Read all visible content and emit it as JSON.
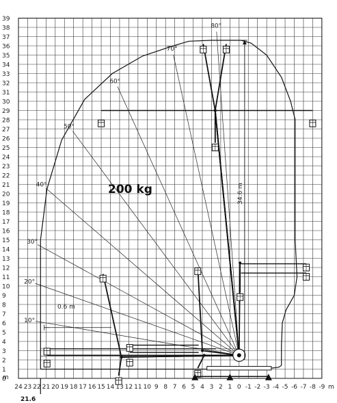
{
  "chart_data": {
    "type": "diagram",
    "title": "200 kg",
    "y_unit": "m",
    "x_unit": "m",
    "xlim": [
      24,
      -9
    ],
    "ylim": [
      0,
      39
    ],
    "y_ticks": [
      "0",
      "1",
      "2",
      "3",
      "4",
      "5",
      "6",
      "7",
      "8",
      "9",
      "10",
      "11",
      "12",
      "13",
      "14",
      "15",
      "16",
      "17",
      "18",
      "19",
      "20",
      "21",
      "22",
      "23",
      "24",
      "25",
      "26",
      "27",
      "28",
      "29",
      "30",
      "31",
      "32",
      "33",
      "34",
      "35",
      "36",
      "37",
      "38",
      "39"
    ],
    "x_ticks": [
      "24",
      "23",
      "22",
      "21",
      "20",
      "19",
      "18",
      "17",
      "16",
      "15",
      "14",
      "13",
      "12",
      "11",
      "10",
      "9",
      "8",
      "7",
      "6",
      "5",
      "4",
      "3",
      "2",
      "1",
      "0",
      "-1",
      "-2",
      "-3",
      "-4",
      "-5",
      "-6",
      "-7",
      "-8",
      "-9"
    ],
    "max_outreach_label": "21.6",
    "max_outreach": 21.6,
    "max_height_label": "34.6 m",
    "max_height": 34.6,
    "jib_offset_label": "0.6 m",
    "jib_offset": 0.6,
    "pivot": {
      "x": 0,
      "y": 2.5
    },
    "angles": [
      {
        "label": "10°",
        "deg": 10,
        "label_x": 22.8,
        "label_y": 6.3
      },
      {
        "label": "20°",
        "deg": 20,
        "label_x": 22.8,
        "label_y": 10.5
      },
      {
        "label": "30°",
        "deg": 30,
        "label_x": 22.5,
        "label_y": 14.8
      },
      {
        "label": "40°",
        "deg": 40,
        "label_x": 21.5,
        "label_y": 21.0
      },
      {
        "label": "50°",
        "deg": 50,
        "label_x": 18.5,
        "label_y": 27.3
      },
      {
        "label": "60°",
        "deg": 60,
        "label_x": 13.5,
        "label_y": 32.2
      },
      {
        "label": "70°",
        "deg": 70,
        "label_x": 7.3,
        "label_y": 35.7
      },
      {
        "label": "80°",
        "deg": 80,
        "label_x": 2.5,
        "label_y": 38.2
      }
    ],
    "envelope": [
      [
        21.6,
        1.0
      ],
      [
        21.6,
        15.0
      ],
      [
        20.9,
        20.5
      ],
      [
        19.3,
        25.8
      ],
      [
        16.8,
        30.2
      ],
      [
        13.8,
        33.0
      ],
      [
        10.5,
        34.9
      ],
      [
        7.5,
        35.9
      ],
      [
        5.5,
        36.5
      ],
      [
        3.0,
        36.6
      ],
      [
        -0.2,
        36.6
      ],
      [
        -1.3,
        36.3
      ],
      [
        -3.0,
        35.0
      ],
      [
        -4.6,
        32.6
      ],
      [
        -5.6,
        30.0
      ],
      [
        -6.1,
        28.0
      ],
      [
        -6.1,
        15.0
      ],
      [
        -6.3,
        11.0
      ],
      [
        -6.0,
        9.0
      ],
      [
        -5.1,
        7.4
      ],
      [
        -4.7,
        6.0
      ],
      [
        -4.6,
        3.5
      ],
      [
        -4.6,
        1.4
      ],
      [
        -4.3,
        1.2
      ],
      [
        -2.5,
        1.0
      ],
      [
        21.6,
        1.0
      ]
    ],
    "reference_lines": [
      {
        "from": [
          21.6,
          2.4
        ],
        "to": [
          0,
          2.4
        ]
      },
      {
        "from": [
          21.6,
          3.2
        ],
        "to": [
          0,
          3.2
        ]
      }
    ],
    "booms": [
      {
        "base": [
          0,
          2.5
        ],
        "elbow": [
          4.0,
          3.0
        ],
        "tip": [
          4.5,
          12.0
        ]
      },
      {
        "base": [
          0,
          2.5
        ],
        "elbow": [
          3.8,
          2.5
        ],
        "tip": [
          4.5,
          1.1
        ]
      },
      {
        "base": [
          0,
          2.5
        ],
        "elbow": [
          12.8,
          2.3
        ],
        "tip": [
          14.8,
          11.3
        ]
      },
      {
        "base": [
          0,
          2.5
        ],
        "elbow": [
          12.8,
          2.3
        ],
        "tip": [
          13.1,
          0.3
        ]
      },
      {
        "base": [
          0,
          2.5
        ],
        "elbow": [
          2.6,
          29.0
        ],
        "tip": [
          3.9,
          36.2
        ]
      },
      {
        "base": [
          0,
          2.5
        ],
        "elbow": [
          2.6,
          29.0
        ],
        "tip": [
          1.4,
          36.2
        ]
      },
      {
        "base": [
          0,
          2.5
        ],
        "elbow": [
          2.6,
          29.0
        ],
        "tip": [
          2.6,
          25.5
        ]
      },
      {
        "base": [
          0,
          2.5
        ],
        "elbow": [
          -0.1,
          12.5
        ],
        "tip": [
          -0.1,
          9.3
        ]
      }
    ],
    "jibs": [
      {
        "from": [
          2.5,
          3.2
        ],
        "to": [
          20.9,
          3.2
        ]
      },
      {
        "from": [
          2.5,
          2.5
        ],
        "to": [
          20.9,
          2.5
        ]
      },
      {
        "from": [
          4.4,
          2.8
        ],
        "to": [
          11.9,
          2.8
        ]
      },
      {
        "from": [
          4.4,
          3.6
        ],
        "to": [
          11.9,
          3.6
        ]
      },
      {
        "from": [
          -0.2,
          12.4
        ],
        "to": [
          -7.3,
          12.4
        ]
      },
      {
        "from": [
          -0.2,
          11.4
        ],
        "to": [
          -7.3,
          11.4
        ]
      },
      {
        "from": [
          15.0,
          29.0
        ],
        "to": [
          -8.0,
          29.0
        ]
      }
    ],
    "baskets": [
      [
        20.9,
        1.6
      ],
      [
        20.9,
        2.9
      ],
      [
        11.9,
        1.7
      ],
      [
        11.9,
        3.3
      ],
      [
        14.8,
        10.8
      ],
      [
        4.5,
        11.6
      ],
      [
        4.5,
        0.5
      ],
      [
        13.1,
        -0.3
      ],
      [
        3.9,
        35.6
      ],
      [
        1.4,
        35.6
      ],
      [
        15.0,
        27.6
      ],
      [
        -8.0,
        27.6
      ],
      [
        2.6,
        25.0
      ],
      [
        -7.3,
        11.0
      ],
      [
        -7.3,
        12.0
      ],
      [
        -0.1,
        8.8
      ]
    ]
  }
}
